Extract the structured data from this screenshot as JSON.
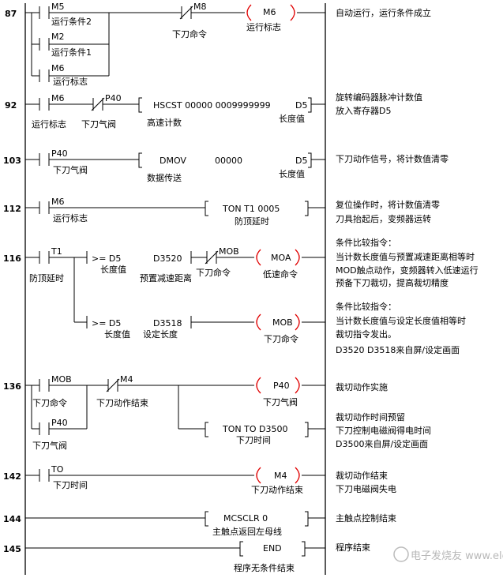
{
  "rungs": [
    {
      "line": "87",
      "addrs": [
        "M5",
        "M2",
        "M6",
        "M8",
        "M6"
      ],
      "labels": [
        "运行条件2",
        "运行条件1",
        "运行标志",
        "下刀命令",
        "运行标志"
      ],
      "comment": [
        "自动运行，运行条件成立"
      ]
    },
    {
      "line": "92",
      "addrs": [
        "M6",
        "P40",
        "D5"
      ],
      "instr": "HSCST 00000 0009999999",
      "labels": [
        "运行标志",
        "下刀气阀",
        "高速计数",
        "长度值"
      ],
      "comment": [
        "旋转编码器脉冲计数值",
        "放入寄存器D5"
      ]
    },
    {
      "line": "103",
      "addrs": [
        "P40",
        "D5"
      ],
      "instr": "DMOV",
      "instr2": "00000",
      "labels": [
        "下刀气阀",
        "数据传送",
        "长度值"
      ],
      "comment": [
        "下刀动作信号，将计数值清零"
      ]
    },
    {
      "line": "112",
      "addrs": [
        "M6"
      ],
      "instr": "TON  T1  0005",
      "labels": [
        "运行标志",
        "防顶延时"
      ],
      "comment": [
        "复位操作时，将计数值清零",
        "刀具抬起后，变频器运转"
      ]
    },
    {
      "line": "116",
      "addrs": [
        "T1",
        "MOB"
      ],
      "cmp1": ">= D5",
      "cmp1b": "D3520",
      "cmp2": ">= D5",
      "cmp2b": "D3518",
      "coil1": "MOA",
      "coil2": "MOB",
      "labels": [
        "防顶延时",
        "长度值",
        "预置减速距离",
        "下刀命令",
        "低速命令",
        "长度值",
        "设定长度",
        "下刀命令"
      ],
      "comment": [
        "条件比较指令：",
        "当计数长度值与预置减速距离相等时",
        "MOD触点动作，变频器转入低速运行",
        "预备下刀裁切，提高裁切精度"
      ],
      "comment2": [
        "条件比较指令：",
        "当计数长度值与设定长度值相等时",
        "裁切指令发出。",
        "D3520  D3518来自屏/设定画面"
      ]
    },
    {
      "line": "136",
      "addrs": [
        "MOB",
        "M4",
        "P40"
      ],
      "coil": "P40",
      "instr": "TON   TO   D3500",
      "labels": [
        "下刀命令",
        "下刀动作结束",
        "下刀气阀",
        "下刀气阀",
        "下刀时间"
      ],
      "comment": [
        "裁切动作实施"
      ],
      "comment2": [
        "裁切动作时间预留",
        "下刀控制电磁阀得电时间",
        "D3500来自屏/设定画面"
      ]
    },
    {
      "line": "142",
      "addrs": [
        "TO"
      ],
      "coil": "M4",
      "labels": [
        "下刀时间",
        "下刀动作结束"
      ],
      "comment": [
        "裁切动作结束",
        "下刀电磁阀失电"
      ]
    },
    {
      "line": "144",
      "instr": "MCSCLR        0",
      "labels": [
        "主触点返回左母线"
      ],
      "comment": [
        "主触点控制结束"
      ]
    },
    {
      "line": "145",
      "instr": "END",
      "labels": [
        "程序无条件结束"
      ],
      "comment": [
        "程序结束"
      ]
    }
  ],
  "watermark": "电子发烧友 www.elecfans.com",
  "colors": {
    "coil": "#e00000",
    "line": "#000000"
  }
}
